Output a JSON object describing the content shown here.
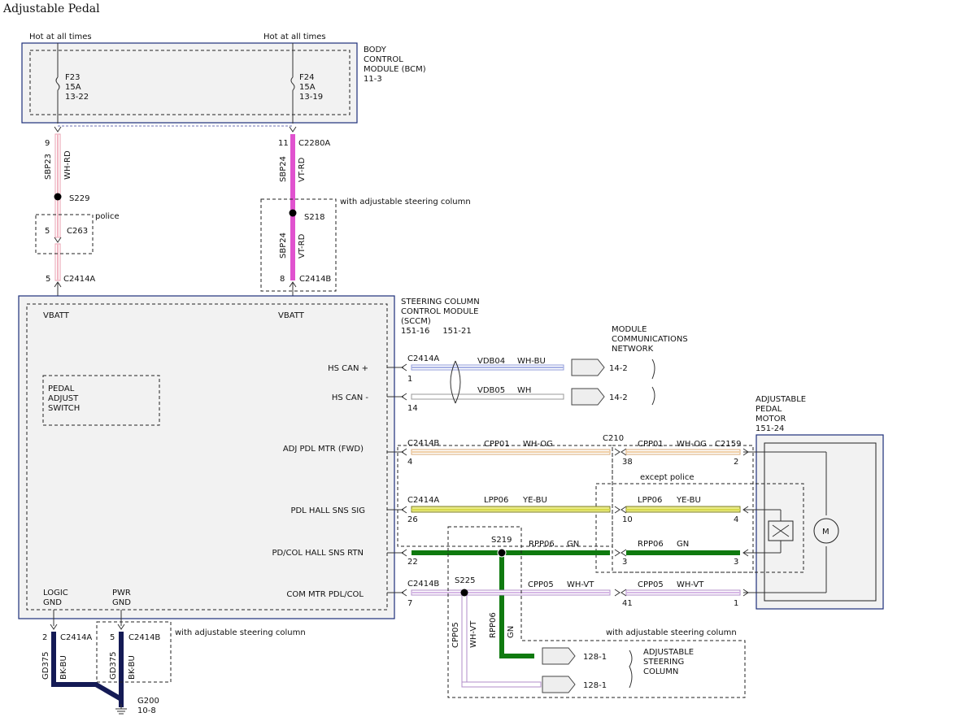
{
  "title": "Adjustable Pedal",
  "power": {
    "f23_label": "Hot at all times",
    "f24_label": "Hot at all times"
  },
  "bcm": {
    "name_lines": [
      "BODY",
      "CONTROL",
      "MODULE (BCM)",
      "11-3"
    ],
    "fuses": [
      {
        "id": "F23",
        "amps": "15A",
        "ref": "13-22"
      },
      {
        "id": "F24",
        "amps": "15A",
        "ref": "13-19"
      }
    ]
  },
  "left_feed": {
    "pin_top": "9",
    "circuit": "SBP23",
    "color": "WH-RD",
    "splice": "S229",
    "c263_pin": "5",
    "c263": "C263",
    "police_note": "police",
    "c2414a_pin": "5",
    "c2414a": "C2414A"
  },
  "right_feed": {
    "pin_top": "11",
    "connector_top": "C2280A",
    "circuit": "SBP24",
    "color": "VT-RD",
    "note": "with adjustable steering column",
    "splice": "S218",
    "circuit2": "SBP24",
    "color2": "VT-RD",
    "c2414b_pin": "8",
    "c2414b": "C2414B"
  },
  "sccm": {
    "name_lines": [
      "STEERING COLUMN",
      "CONTROL MODULE",
      "(SCCM)",
      "151-16     151-21"
    ],
    "vbatt_left": "VBATT",
    "vbatt_right": "VBATT",
    "switch_lines": [
      "PEDAL",
      "ADJUST",
      "SWITCH"
    ],
    "pins": [
      {
        "label": "HS CAN +"
      },
      {
        "label": "HS CAN -"
      },
      {
        "label": "ADJ PDL MTR (FWD)"
      },
      {
        "label": "PDL HALL SNS SIG"
      },
      {
        "label": "PD/COL HALL SNS RTN"
      },
      {
        "label": "COM MTR PDL/COL"
      }
    ],
    "logic_gnd": [
      "LOGIC",
      "GND"
    ],
    "pwr_gnd": [
      "PWR",
      "GND"
    ]
  },
  "network": {
    "name_lines": [
      "MODULE",
      "COMMUNICATIONS",
      "NETWORK"
    ],
    "connector": "C2414A",
    "wires": [
      {
        "pin": "1",
        "circuit": "VDB04",
        "color": "WH-BU",
        "ref": "14-2"
      },
      {
        "pin": "14",
        "circuit": "VDB05",
        "color": "WH",
        "ref": "14-2"
      }
    ]
  },
  "motor": {
    "name_lines": [
      "ADJUSTABLE",
      "PEDAL",
      "MOTOR",
      "151-24"
    ],
    "symbol": "M"
  },
  "wiring": {
    "fwd": {
      "conn": "C2414B",
      "pin": "4",
      "circuit": "CPP01",
      "color": "WH-OG",
      "c210": "C210",
      "pin2": "38",
      "circuit2": "CPP01",
      "color2": "WH-OG",
      "c2159": "C2159",
      "pin3": "2"
    },
    "sig": {
      "conn": "C2414A",
      "pin": "26",
      "circuit": "LPP06",
      "color": "YE-BU",
      "pin2": "10",
      "circuit2": "LPP06",
      "color2": "YE-BU",
      "pin3": "4",
      "note": "except police"
    },
    "rtn": {
      "pin": "22",
      "splice": "S219",
      "circuit": "RPP06",
      "color": "GN",
      "pin2": "3",
      "circuit2": "RPP06",
      "color2": "GN",
      "pin3": "3"
    },
    "com": {
      "conn": "C2414B",
      "pin": "7",
      "splice": "S225",
      "circuit": "CPP05",
      "color": "WH-VT",
      "pin2": "41",
      "circuit2": "CPP05",
      "color2": "WH-VT",
      "pin3": "1"
    }
  },
  "column": {
    "note": "with adjustable steering column",
    "name_lines": [
      "ADJUSTABLE",
      "STEERING",
      "COLUMN"
    ],
    "branch_cpp05": "CPP05",
    "branch_cpp05_color": "WH-VT",
    "branch_rpp06": "RPP06",
    "branch_rpp06_color": "GN",
    "refs": [
      "128-1",
      "128-1"
    ]
  },
  "grounds": {
    "left": {
      "pin": "2",
      "conn": "C2414A",
      "circuit": "GD375",
      "color": "BK-BU"
    },
    "right": {
      "pin": "5",
      "conn": "C2414B",
      "circuit": "GD375",
      "color": "BK-BU",
      "note": "with adjustable steering column"
    },
    "g200": "G200",
    "g200_ref": "10-8"
  },
  "colors": {
    "frame": "#1d2f7a",
    "box_fill": "#f2f2f2",
    "wh_rd": "#f2b8c4",
    "vt_rd": "#e052cf",
    "wh_bu": "#aab4e6",
    "wh": "#bbbbbb",
    "wh_og": "#f0cfa6",
    "ye_bu": "#d6d84a",
    "gn": "#0f7a0f",
    "wh_vt": "#d7b8e6",
    "bk_bu": "#141a55"
  }
}
